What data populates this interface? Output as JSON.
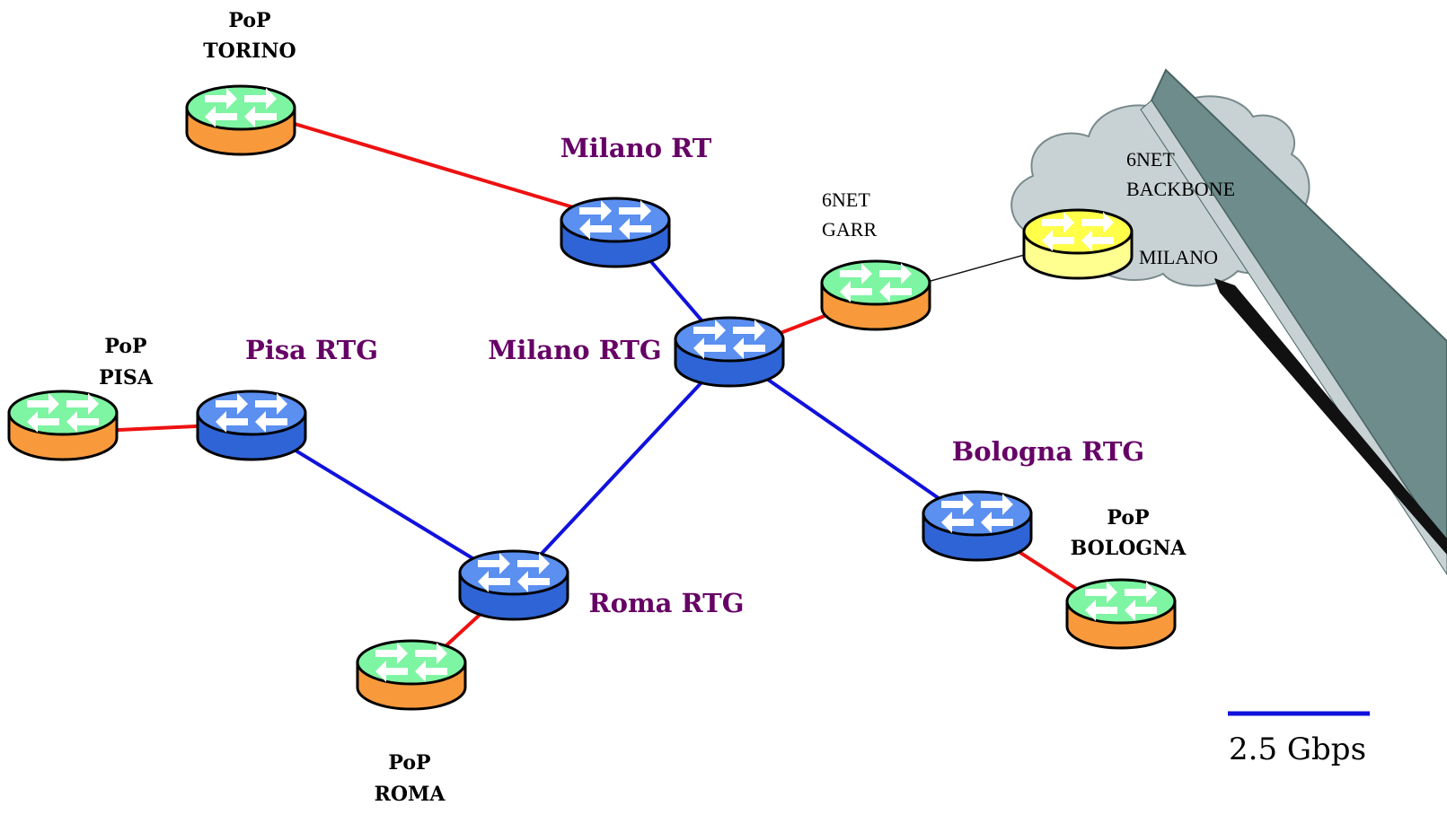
{
  "colors": {
    "link_red": "#ee1111",
    "link_blue": "#1111dd",
    "link_black": "#111111",
    "router_blue_top": "#5b8ff0",
    "router_blue_body": "#2f64d6",
    "router_orange_body": "#f89a3c",
    "router_green_top": "#7ef5a2",
    "router_yellow_top": "#ffff4a",
    "router_yellow_body": "#ffff90",
    "cloud_fill": "#c8d2d4",
    "bar_fill": "#6e8c8c",
    "rtg_label": "#660066"
  },
  "labels": {
    "pop_torino": [
      "PoP",
      "TORINO"
    ],
    "pop_pisa": [
      "PoP",
      "PISA"
    ],
    "pop_roma": [
      "PoP",
      "ROMA"
    ],
    "pop_bologna": [
      "PoP",
      "BOLOGNA"
    ],
    "milano_rt": "Milano RT",
    "milano_rtg": "Milano RTG",
    "pisa_rtg": "Pisa RTG",
    "roma_rtg": "Roma RTG",
    "bologna_rtg": "Bologna RTG",
    "garr_6net": [
      "6NET",
      "GARR"
    ],
    "backbone_6net": [
      "6NET",
      "BACKBONE"
    ],
    "milano": "MILANO"
  },
  "legend": {
    "label": "2.5 Gbps",
    "line_color": "#1111dd"
  },
  "nodes": [
    {
      "id": "pop-torino",
      "kind": "pop",
      "icon": "router-icon"
    },
    {
      "id": "milano-rt",
      "kind": "rtg",
      "icon": "router-icon"
    },
    {
      "id": "milano-rtg",
      "kind": "rtg",
      "icon": "router-icon"
    },
    {
      "id": "pisa-rtg",
      "kind": "rtg",
      "icon": "router-icon"
    },
    {
      "id": "pop-pisa",
      "kind": "pop",
      "icon": "router-icon"
    },
    {
      "id": "roma-rtg",
      "kind": "rtg",
      "icon": "router-icon"
    },
    {
      "id": "pop-roma",
      "kind": "pop",
      "icon": "router-icon"
    },
    {
      "id": "bologna-rtg",
      "kind": "rtg",
      "icon": "router-icon"
    },
    {
      "id": "pop-bologna",
      "kind": "pop",
      "icon": "router-icon"
    },
    {
      "id": "garr-6net",
      "kind": "pop",
      "icon": "router-icon"
    },
    {
      "id": "milano-6net",
      "kind": "backbone",
      "icon": "router-icon"
    }
  ],
  "links": [
    {
      "from": "pop-torino",
      "to": "milano-rt",
      "type": "red"
    },
    {
      "from": "milano-rt",
      "to": "milano-rtg",
      "type": "blue"
    },
    {
      "from": "milano-rtg",
      "to": "garr-6net",
      "type": "red"
    },
    {
      "from": "garr-6net",
      "to": "milano-6net",
      "type": "black"
    },
    {
      "from": "milano-rtg",
      "to": "roma-rtg",
      "type": "blue"
    },
    {
      "from": "milano-rtg",
      "to": "bologna-rtg",
      "type": "blue"
    },
    {
      "from": "pisa-rtg",
      "to": "roma-rtg",
      "type": "blue"
    },
    {
      "from": "pop-pisa",
      "to": "pisa-rtg",
      "type": "red"
    },
    {
      "from": "roma-rtg",
      "to": "pop-roma",
      "type": "red"
    },
    {
      "from": "bologna-rtg",
      "to": "pop-bologna",
      "type": "red"
    }
  ]
}
